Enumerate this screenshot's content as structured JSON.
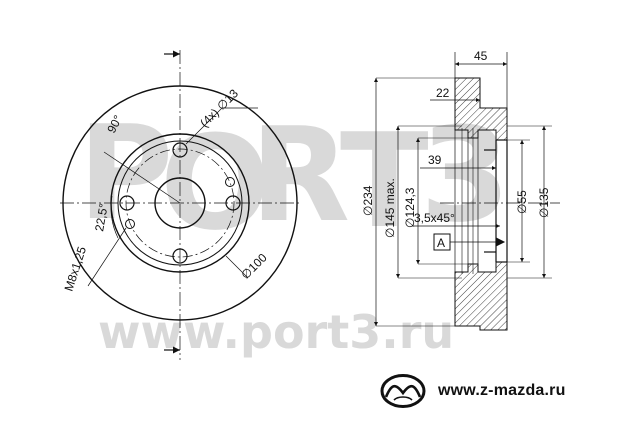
{
  "watermark": "www.port3.ru",
  "watermark_letters": [
    "P",
    "O",
    "R",
    "T",
    "3"
  ],
  "front_view": {
    "angle_top": "90°",
    "holes": "(4x) ∅13",
    "hole_angle": "22,5°",
    "thread": "M8x1,25",
    "pcd": "∅100"
  },
  "side_view": {
    "overall_thickness": "45",
    "offset": "22",
    "hat_depth": "39",
    "chamfer": "3,5x45°",
    "datum": "A",
    "outer_diameter": "∅234",
    "max_diameter": "∅145 max.",
    "hat_diameter": "∅124,3",
    "center_bore": "∅55",
    "bore_diameter": "∅135"
  },
  "brand": {
    "logo": "mazda-logo",
    "url": "www.z-mazda.ru"
  },
  "colors": {
    "line": "#111111",
    "watermark": "#d9d9d9",
    "background": "#ffffff"
  }
}
